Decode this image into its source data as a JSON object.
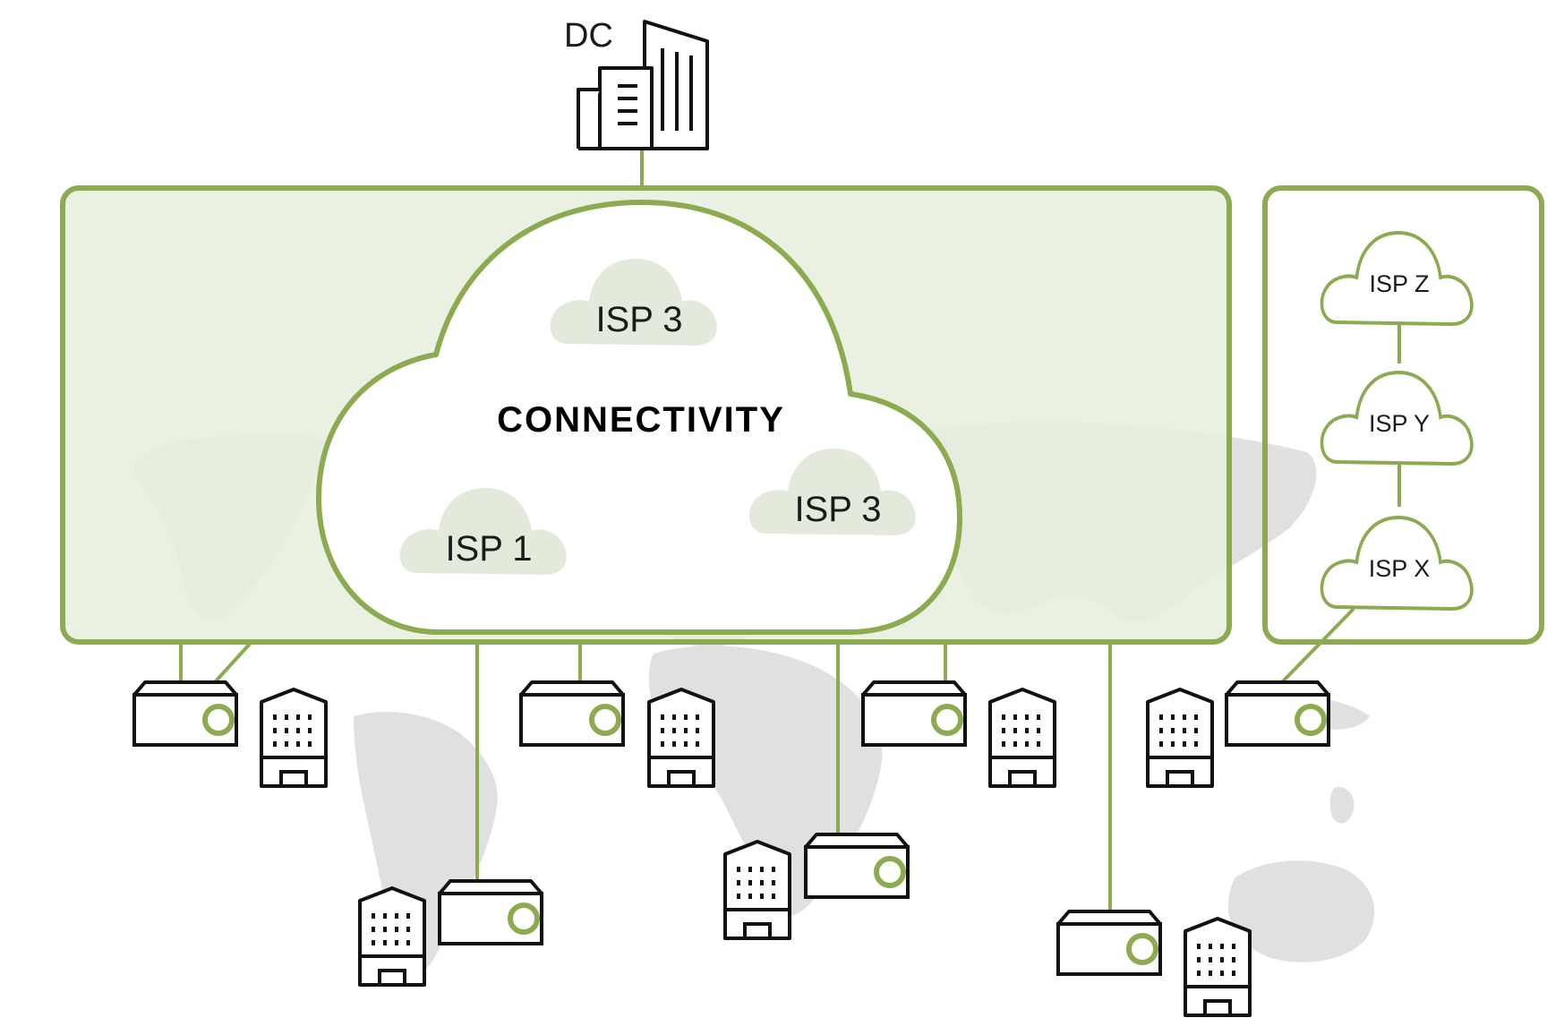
{
  "colors": {
    "accent": "#8caa50",
    "panel_fill": "#e8eedd",
    "inner_cloud_fill": "#e4eadb",
    "map_gray": "#e0e0e0",
    "outline": "#1a1a1a"
  },
  "datacenter": {
    "label": "DC",
    "icon": "office-building-icon"
  },
  "main_cloud": {
    "title": "CONNECTIVITY"
  },
  "inner_isps": [
    {
      "label": "ISP 3"
    },
    {
      "label": "ISP 1"
    },
    {
      "label": "ISP 3"
    }
  ],
  "isp_chain": [
    {
      "label": "ISP Z"
    },
    {
      "label": "ISP Y"
    },
    {
      "label": "ISP X"
    }
  ],
  "site_icons": {
    "device": "router-appliance-icon",
    "building": "branch-building-icon"
  },
  "background": {
    "icon": "world-map-icon"
  }
}
